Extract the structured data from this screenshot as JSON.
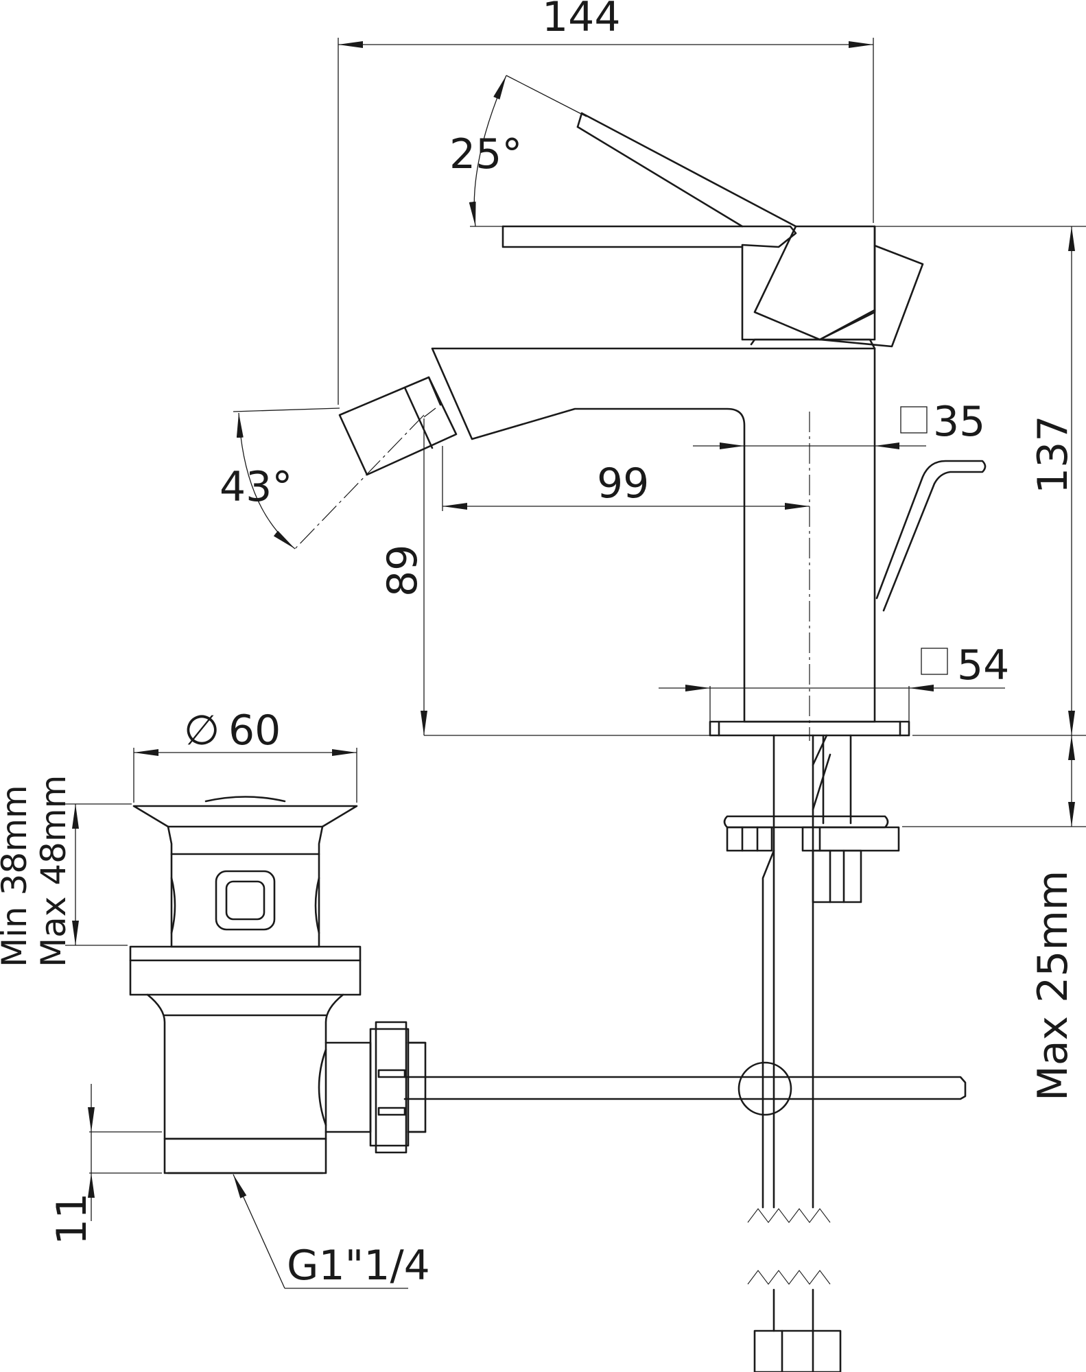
{
  "dimensions": {
    "overall_width": "144",
    "lever_angle": "25°",
    "overall_height": "137",
    "nozzle_angle": "43°",
    "spout_reach": "99",
    "spout_height": "89",
    "square_top": "35",
    "square_base": "54",
    "waste_diameter": "60",
    "waste_diameter_symbol": "∅",
    "waste_min": "Min 38mm",
    "waste_max": "Max 48mm",
    "thread_height": "11",
    "thread_spec": "G1\"1/4",
    "max_deck": "Max 25mm"
  }
}
